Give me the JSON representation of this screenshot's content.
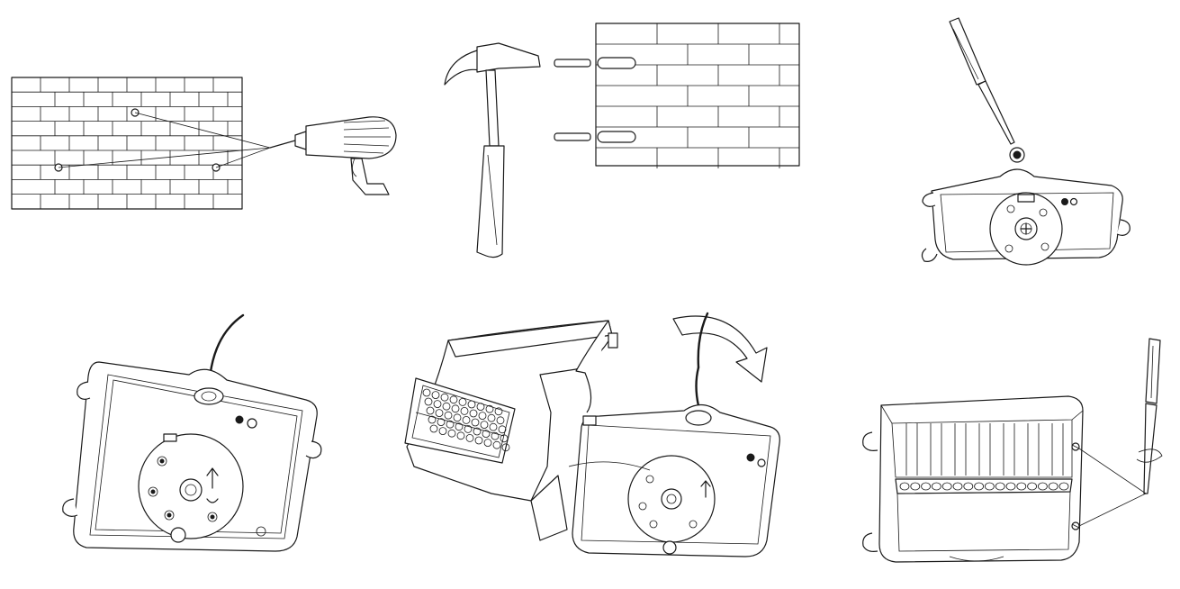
{
  "figure": {
    "kind": "installation-steps",
    "steps": [
      {
        "id": 1,
        "illustration": "drill-holes-in-wall",
        "icons": [
          "brick-wall-icon",
          "power-drill-icon"
        ]
      },
      {
        "id": 2,
        "illustration": "hammer-in-wall-anchors",
        "icons": [
          "hammer-icon",
          "brick-wall-icon",
          "wall-anchor-icon"
        ]
      },
      {
        "id": 3,
        "illustration": "remove-cover-screw",
        "icons": [
          "screwdriver-icon",
          "base-plate-icon"
        ]
      },
      {
        "id": 4,
        "illustration": "feed-cable-through-base",
        "icons": [
          "cable-icon",
          "base-plate-icon",
          "up-arrow-icon"
        ]
      },
      {
        "id": 5,
        "illustration": "attach-light-head-and-close",
        "icons": [
          "light-head-icon",
          "base-plate-icon",
          "rotate-arrow-icon"
        ]
      },
      {
        "id": 6,
        "illustration": "tighten-side-screws",
        "icons": [
          "assembled-fixture-icon",
          "screwdriver-icon"
        ]
      }
    ],
    "colors": {
      "line": "#1a1a1a",
      "background": "#ffffff"
    }
  }
}
